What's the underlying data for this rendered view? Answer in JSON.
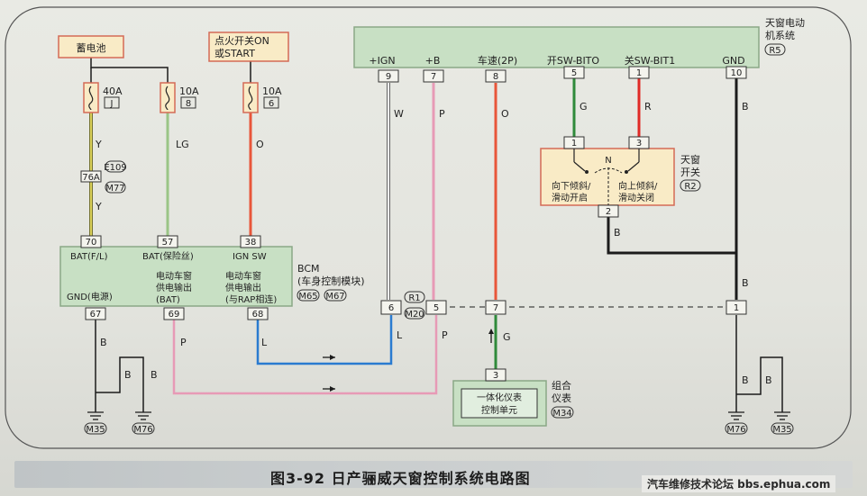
{
  "colors": {
    "frame": "#555555",
    "module_fill": "#c8e0c4",
    "module_border": "#8aa886",
    "box_fill": "#f9ebc6",
    "box_border": "#d46a56",
    "wire_W": "#f4f4f4",
    "wire_P": "#e79ab6",
    "wire_O": "#e8563a",
    "wire_G": "#2f8a3a",
    "wire_R": "#e02a26",
    "wire_B": "#1b1b1b",
    "wire_Y": "#d8cf58",
    "wire_LG": "#9ac586",
    "wire_L": "#2a7bd0"
  },
  "battery": {
    "label": "蓄电池"
  },
  "ignition": {
    "line1": "点火开关ON",
    "line2": "或START"
  },
  "fuses": [
    {
      "rating": "40A",
      "code": "J"
    },
    {
      "rating": "10A",
      "code": "8"
    },
    {
      "rating": "10A",
      "code": "6"
    }
  ],
  "wire_labels": {
    "y1": "Y",
    "y2": "Y",
    "lg": "LG",
    "o1": "O",
    "w": "W",
    "p1": "P",
    "o2": "O",
    "g1": "G",
    "r": "R",
    "b1": "B",
    "b2": "B",
    "b3": "B",
    "b4": "B",
    "b5": "B",
    "b6": "B",
    "b7": "B",
    "p2": "P",
    "l": "L",
    "g2": "G",
    "b8": "B"
  },
  "connector_76": {
    "pin": "76A",
    "c1": "E109",
    "c2": "M77"
  },
  "bcm": {
    "title": "BCM",
    "subtitle": "(车身控制模块)",
    "conn1": "M65",
    "conn2": "M67",
    "pins": {
      "bat_fl": "70",
      "bat_fuse": "57",
      "ign_sw": "38",
      "gnd": "67",
      "out_bat": "69",
      "out_rap": "68"
    },
    "labels": {
      "bat_fl": "BAT(F/L)",
      "bat_fuse": "BAT(保险丝)",
      "ign_sw": "IGN SW",
      "gnd": "GND(电源)",
      "out_bat_1": "电动车窗",
      "out_bat_2": "供电输出",
      "out_bat_3": "(BAT)",
      "out_rap_1": "电动车窗",
      "out_rap_2": "供电输出",
      "out_rap_3": "(与RAP相连)"
    }
  },
  "sunroof_motor": {
    "title_1": "天窗电动",
    "title_2": "机系统",
    "conn": "R5",
    "pins": [
      {
        "label": "+IGN",
        "pin": "9"
      },
      {
        "label": "+B",
        "pin": "7"
      },
      {
        "label": "车速(2P)",
        "pin": "8"
      },
      {
        "label": "开SW-BITO",
        "pin": "5"
      },
      {
        "label": "关SW-BIT1",
        "pin": "1"
      },
      {
        "label": "GND",
        "pin": "10"
      }
    ]
  },
  "sunroof_switch": {
    "title_1": "天窗",
    "title_2": "开关",
    "conn": "R2",
    "pin_left": "1",
    "pin_right": "3",
    "pin_bottom": "2",
    "neutral": "N",
    "down_1": "向下倾斜/",
    "down_2": "滑动开启",
    "up_1": "向上倾斜/",
    "up_2": "滑动关闭"
  },
  "joint_connector": {
    "conn1": "R1",
    "conn2": "M20",
    "pins": {
      "w": "6",
      "p": "5",
      "speed": "7",
      "gnd": "1"
    }
  },
  "meter": {
    "title_1": "组合",
    "title_2": "仪表",
    "pin": "3",
    "unit_1": "一体化仪表",
    "unit_2": "控制单元",
    "conn": "M34"
  },
  "grounds": {
    "left_1": "M35",
    "left_2": "M76",
    "right_1": "M76",
    "right_2": "M35"
  },
  "caption": "图3-92   日产骊威天窗控制系统电路图",
  "watermark": "汽车维修技术论坛 bbs.ephua.com"
}
